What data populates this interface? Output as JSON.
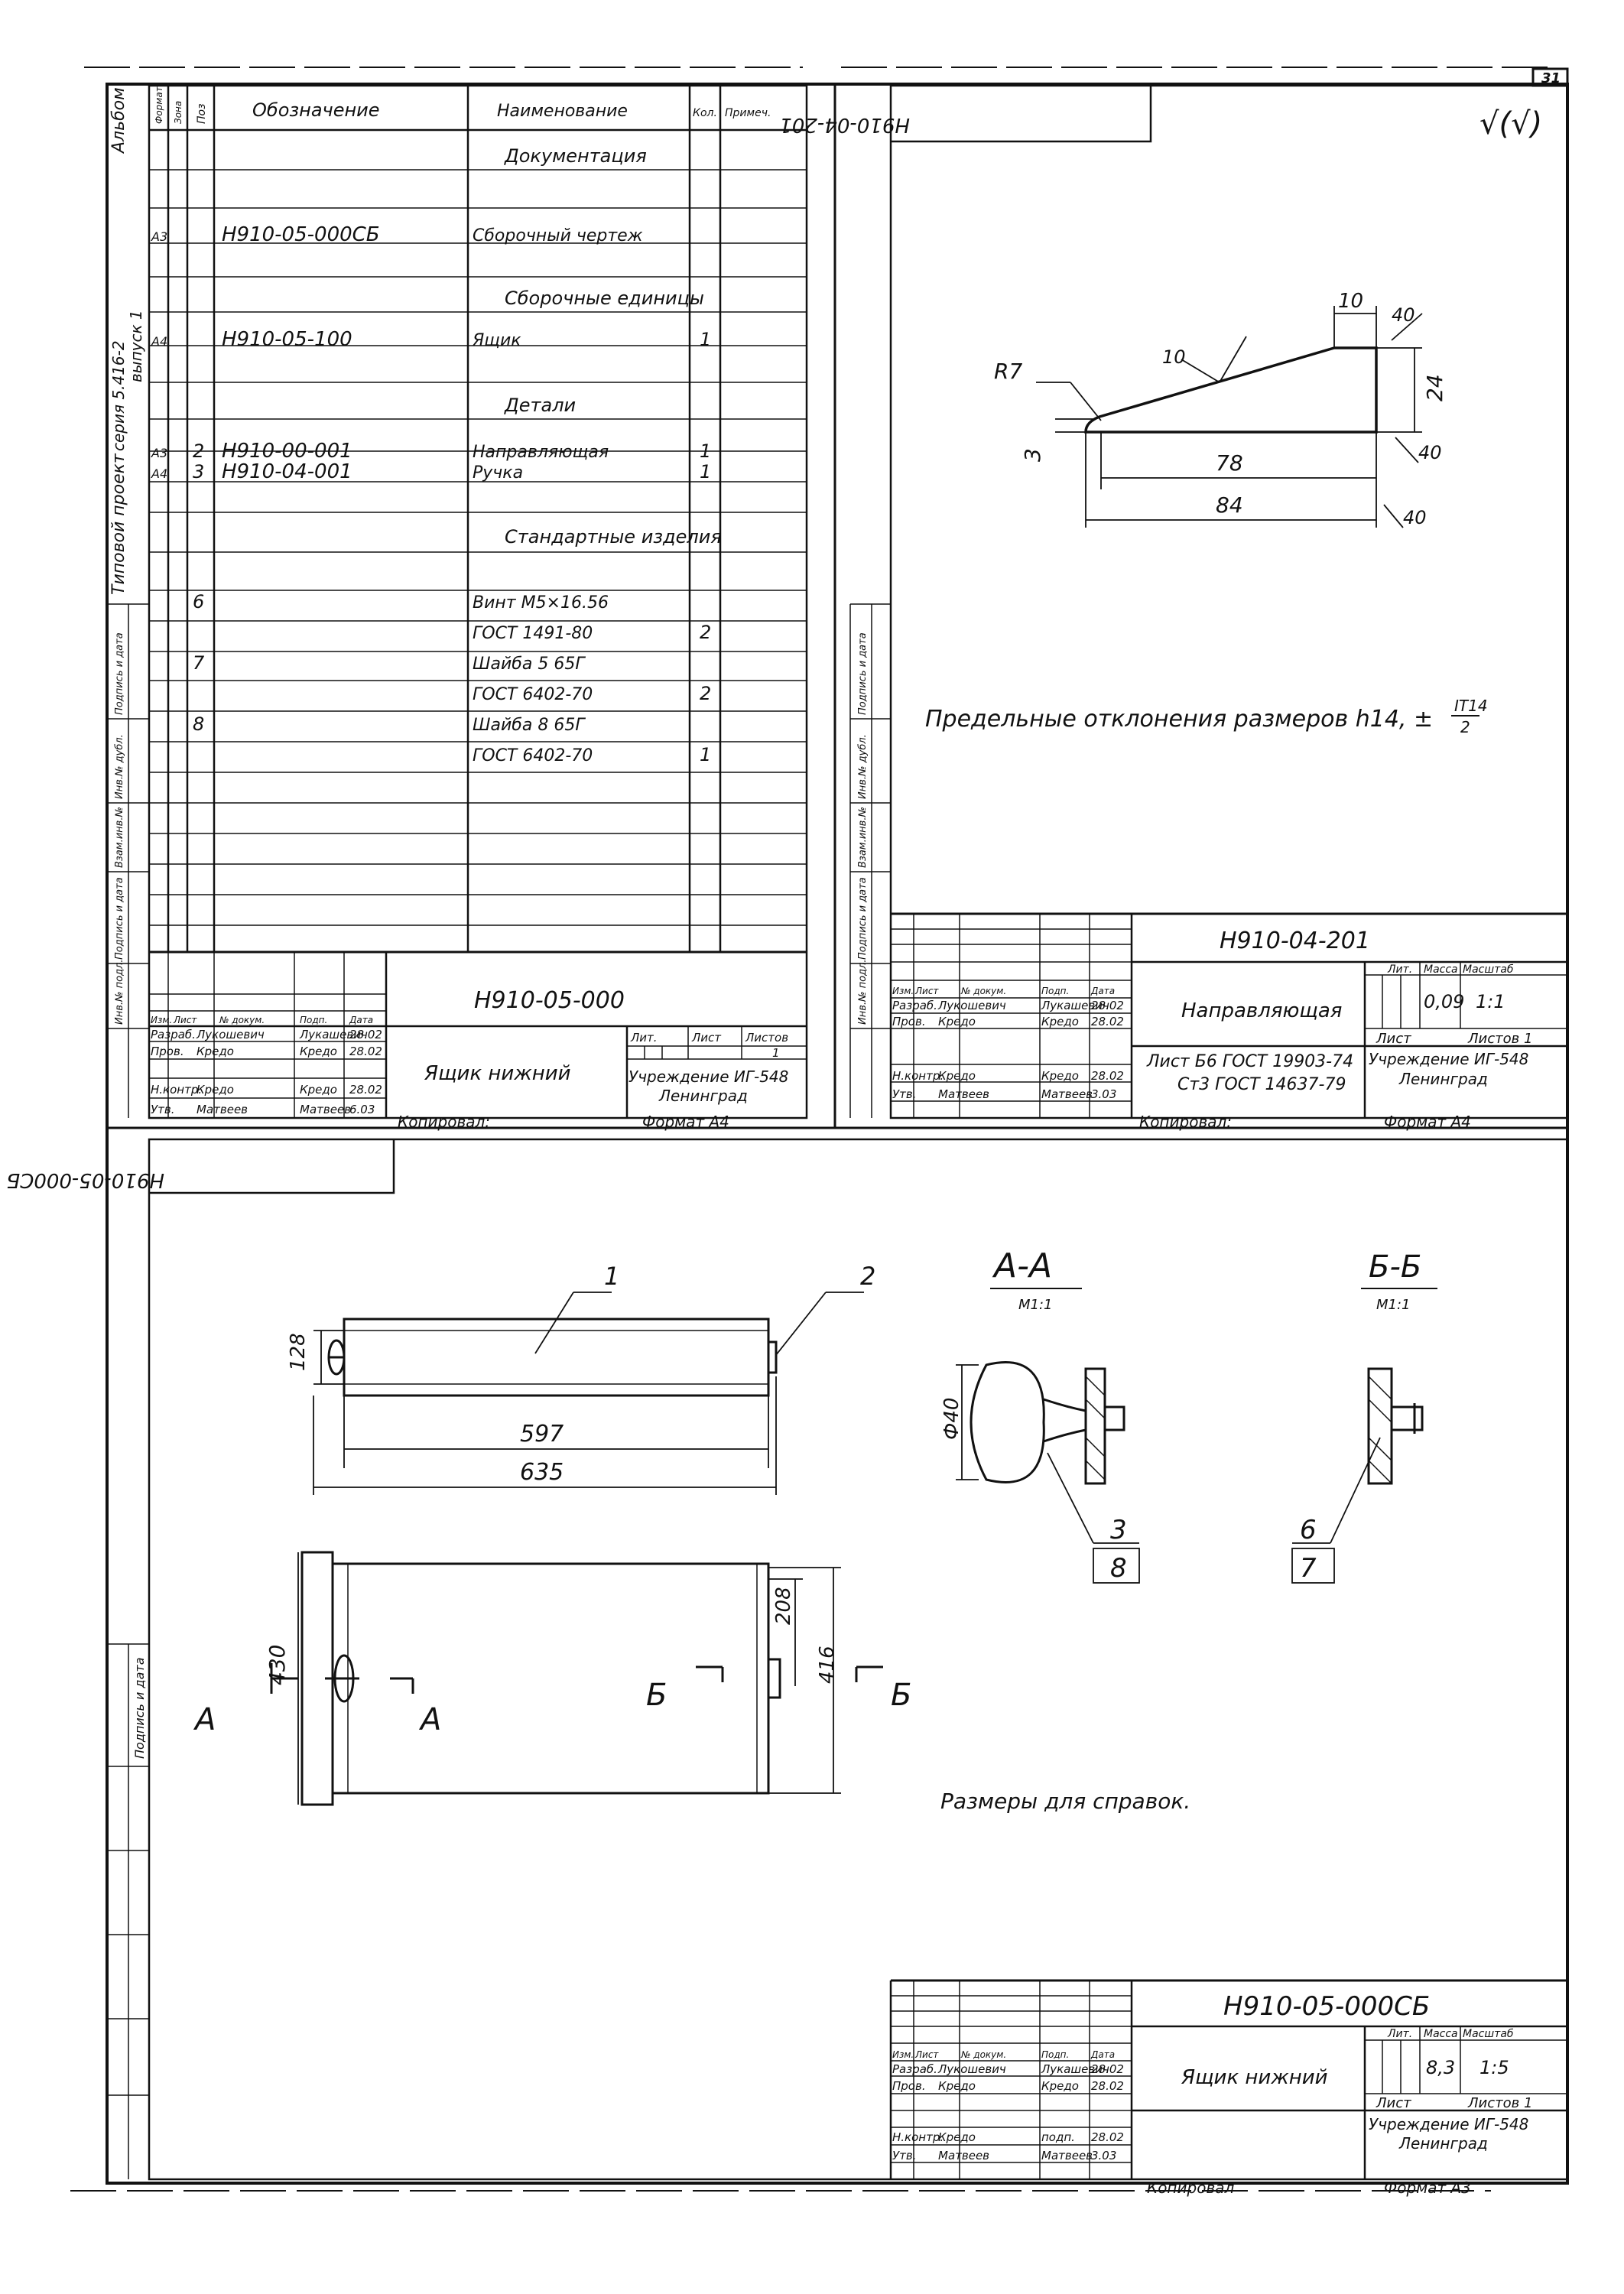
{
  "page_number": "31",
  "spec": {
    "album_side": "Альбом",
    "project_side_1": "Типовой проект",
    "project_side_2": "серия 5.416-2",
    "project_side_3": "выпуск 1",
    "side_columns": [
      "Подпись и дата",
      "Инв.№ дубл.",
      "Взам.инв.№",
      "Подпись и дата",
      "Инв.№ подл."
    ],
    "headers": {
      "format": "Формат",
      "zone": "Зона",
      "pos": "Поз",
      "designation": "Обозначение",
      "name": "Наименование",
      "qty": "Кол.",
      "note": "Примеч."
    },
    "rows": [
      {
        "format": "",
        "pos": "",
        "designation": "",
        "name": "Документация",
        "qty": "",
        "section": true
      },
      {
        "format": "А3",
        "pos": "",
        "designation": "Н910-05-000СБ",
        "name": "Сборочный чертеж",
        "qty": ""
      },
      {
        "format": "",
        "pos": "",
        "designation": "",
        "name": "Сборочные единицы",
        "qty": "",
        "section": true
      },
      {
        "format": "А4",
        "pos": "",
        "designation": "Н910-05-100",
        "name": "Ящик",
        "qty": "1"
      },
      {
        "format": "",
        "pos": "",
        "designation": "",
        "name": "Детали",
        "qty": "",
        "section": true
      },
      {
        "format": "А3",
        "pos": "2",
        "designation": "Н910-00-001",
        "name": "Направляющая",
        "qty": "1"
      },
      {
        "format": "А4",
        "pos": "3",
        "designation": "Н910-04-001",
        "name": "Ручка",
        "qty": "1"
      },
      {
        "format": "",
        "pos": "",
        "designation": "",
        "name": "Стандартные изделия",
        "qty": "",
        "section": true
      },
      {
        "format": "",
        "pos": "6",
        "designation": "",
        "name": "Винт М5×16.56",
        "qty": ""
      },
      {
        "format": "",
        "pos": "",
        "designation": "",
        "name": "ГОСТ 1491-80",
        "qty": "2"
      },
      {
        "format": "",
        "pos": "7",
        "designation": "",
        "name": "Шайба 5 65Г",
        "qty": ""
      },
      {
        "format": "",
        "pos": "",
        "designation": "",
        "name": "ГОСТ 6402-70",
        "qty": "2"
      },
      {
        "format": "",
        "pos": "8",
        "designation": "",
        "name": "Шайба 8 65Г",
        "qty": ""
      },
      {
        "format": "",
        "pos": "",
        "designation": "",
        "name": "ГОСТ 6402-70",
        "qty": "1"
      }
    ],
    "stamp": {
      "code": "Н910-05-000",
      "title": "Ящик нижний",
      "org_1": "Учреждение ИГ-548",
      "org_2": "Ленинград",
      "lit": "Лит.",
      "sheet": "Лист",
      "sheets": "Листов",
      "sheets_value": "1",
      "copied": "Копировал:",
      "format": "Формат А4",
      "heads": [
        "Изм.",
        "Лист",
        "№ докум.",
        "Подп.",
        "Дата"
      ],
      "people": [
        [
          "Разраб.",
          "Лукошевич",
          "Лукашевич",
          "28.02"
        ],
        [
          "Пров.",
          "Кредо",
          "Кредо",
          "28.02"
        ],
        [
          "",
          "",
          "",
          ""
        ],
        [
          "Н.контр.",
          "Кредо",
          "Кредо",
          "28.02"
        ],
        [
          "Утв.",
          "Матвеев",
          "Матвеев",
          "6.03"
        ]
      ]
    }
  },
  "detail": {
    "mirrored_code": "Н910-04-201",
    "roughness": "√(√)",
    "dims": {
      "r": "R7",
      "h": "3",
      "flat": "10",
      "angle_top": "40",
      "slope": "10",
      "height": "24",
      "angle_right": "40",
      "len_inner": "78",
      "len_total": "84",
      "angle_bottom": "40"
    },
    "tolerance_note": "Предельные отклонения размеров h14, ±",
    "tolerance_num": "IT14",
    "tolerance_den": "2",
    "side_columns": [
      "Подпись и дата",
      "Инв.№ дубл.",
      "Взам.инв.№",
      "Подпись и дата",
      "Инв.№ подл."
    ],
    "stamp": {
      "code": "Н910-04-201",
      "title": "Направляющая",
      "lit": "Лит.",
      "mass": "Масса",
      "scale": "Масштаб",
      "mass_value": "0,09",
      "scale_value": "1:1",
      "sheet": "Лист",
      "sheets": "Листов 1",
      "material_1": "Лист Б6 ГОСТ 19903-74",
      "material_2": "Ст3 ГОСТ 14637-79",
      "org_1": "Учреждение ИГ-548",
      "org_2": "Ленинград",
      "copied": "Копировал:",
      "format": "Формат А4",
      "heads": [
        "Изм.",
        "Лист",
        "№ докум.",
        "Подп.",
        "Дата"
      ],
      "people": [
        [
          "Разраб.",
          "Лукошевич",
          "Лукашевич",
          "28.02"
        ],
        [
          "Пров.",
          "Кредо",
          "Кредо",
          "28.02"
        ],
        [
          "Н.контр.",
          "Кредо",
          "Кредо",
          "28.02"
        ],
        [
          "Утв.",
          "Матвеев",
          "Матвеев",
          "3.03"
        ]
      ]
    }
  },
  "assembly": {
    "mirrored_code": "Н910-05-000СБ",
    "callouts": {
      "c1": "1",
      "c2": "2",
      "c3": "3",
      "c8": "8",
      "c6": "6",
      "c7": "7"
    },
    "dims": {
      "h128": "128",
      "l597": "597",
      "l635": "635",
      "h430": "430",
      "h208": "208",
      "h416": "416",
      "d40": "Ф40"
    },
    "sections": {
      "aa": "А-А",
      "aa_scale": "М1:1",
      "bb": "Б-Б",
      "bb_scale": "М1:1",
      "a": "А",
      "b": "Б"
    },
    "note": "Размеры для справок.",
    "side_column": "Подпись и дата",
    "stamp": {
      "code": "Н910-05-000СБ",
      "title": "Ящик нижний",
      "lit": "Лит.",
      "mass": "Масса",
      "scale": "Масштаб",
      "mass_value": "8,3",
      "scale_value": "1:5",
      "sheet": "Лист",
      "sheets": "Листов 1",
      "org_1": "Учреждение ИГ-548",
      "org_2": "Ленинград",
      "copied": "Копировал",
      "format": "Формат А3",
      "heads": [
        "Изм.",
        "Лист",
        "№ докум.",
        "Подп.",
        "Дата"
      ],
      "people": [
        [
          "Разраб.",
          "Лукошевич",
          "Лукашевич",
          "28.02"
        ],
        [
          "Пров.",
          "Кредо",
          "Кредо",
          "28.02"
        ],
        [
          "Н.контр.",
          "Кредо",
          "подп.",
          "28.02"
        ],
        [
          "Утв.",
          "Матвеев",
          "Матвеев",
          "3.03"
        ]
      ]
    }
  }
}
